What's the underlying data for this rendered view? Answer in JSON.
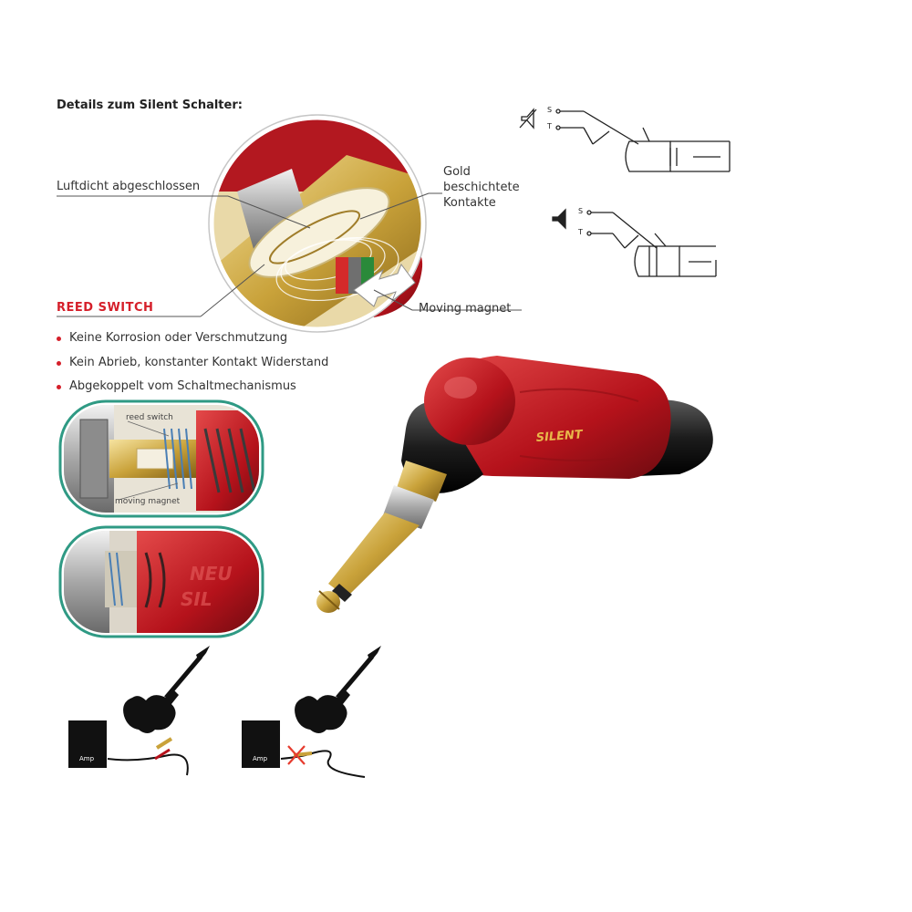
{
  "heading": "Details zum Silent Schalter:",
  "callouts": {
    "sealed": "Luftdicht abgeschlossen",
    "gold_line1": "Gold",
    "gold_line2": "beschichtete",
    "gold_line3": "Kontakte",
    "magnet": "Moving magnet"
  },
  "reed": {
    "title": "REED SWITCH",
    "bullets": [
      "Keine Korrosion oder Verschmutzung",
      "Kein Abrieb, konstanter Kontakt Widerstand",
      "Abgekoppelt vom Schaltmechanismus"
    ]
  },
  "cutaway": {
    "reed_switch": "reed switch",
    "moving_magnet": "moving magnet"
  },
  "plug_brand": "SILENT",
  "amp": {
    "left": "Amp",
    "right": "Amp"
  },
  "schematic": {
    "s": "S",
    "t": "T"
  },
  "colors": {
    "accent_red": "#d51f2a",
    "plug_red": "#c41a22",
    "gold": "#c9a23a",
    "teal": "#2f9a84"
  }
}
